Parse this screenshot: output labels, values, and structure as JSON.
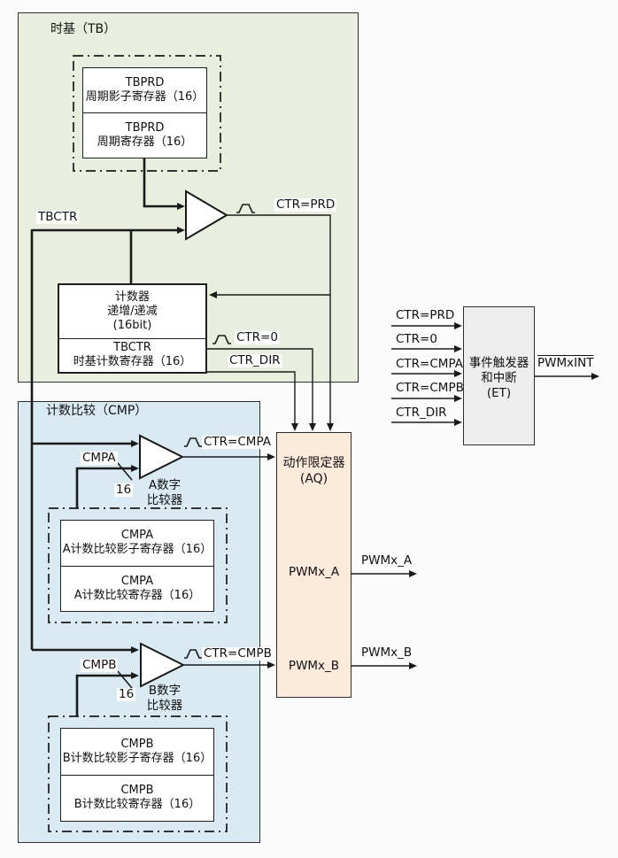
{
  "tb": {
    "title": "时基（TB）",
    "prd_shadow_l1": "TBPRD",
    "prd_shadow_l2": "周期影子寄存器（16）",
    "prd_l1": "TBPRD",
    "prd_l2": "周期寄存器（16）",
    "tbctr_label": "TBCTR",
    "counter_l1": "计数器",
    "counter_l2": "递增/递减",
    "counter_l3": "(16bit)",
    "tbctr_reg_l1": "TBCTR",
    "tbctr_reg_l2": "时基计数寄存器（16）",
    "ctr_prd": "CTR=PRD",
    "ctr_zero": "CTR=0",
    "ctr_dir": "CTR_DIR"
  },
  "cmp": {
    "title": "计数比较（CMP）",
    "cmpa_label": "CMPA",
    "cmpb_label": "CMPB",
    "bus_width_a": "16",
    "bus_width_b": "16",
    "comp_a_l1": "A数字",
    "comp_a_l2": "比较器",
    "comp_b_l1": "B数字",
    "comp_b_l2": "比较器",
    "ctr_cmpa": "CTR=CMPA",
    "ctr_cmpb": "CTR=CMPB",
    "cmpa_shadow_l1": "CMPA",
    "cmpa_shadow_l2": "A计数比较影子寄存器（16）",
    "cmpa_reg_l1": "CMPA",
    "cmpa_reg_l2": "A计数比较寄存器（16）",
    "cmpb_shadow_l1": "CMPB",
    "cmpb_shadow_l2": "B计数比较影子寄存器（16）",
    "cmpb_reg_l1": "CMPB",
    "cmpb_reg_l2": "B计数比较寄存器（16）"
  },
  "aq": {
    "title_l1": "动作限定器",
    "title_l2": "(AQ)",
    "pwma": "PWMx_A",
    "pwmb": "PWMx_B"
  },
  "et": {
    "title_l1": "事件触发器",
    "title_l2": "和中断",
    "title_l3": "(ET)",
    "inputs": [
      "CTR=PRD",
      "CTR=0",
      "CTR=CMPA",
      "CTR=CMPB",
      "CTR_DIR"
    ],
    "output": "PWMxINT"
  },
  "outputs": {
    "pwma": "PWMx_A",
    "pwmb": "PWMx_B"
  },
  "colors": {
    "tb_fill": "#e9efde",
    "cmp_fill": "#d9eaf2",
    "aq_fill": "#fceadb",
    "et_fill": "#ededed",
    "line": "#1a1a1a"
  }
}
